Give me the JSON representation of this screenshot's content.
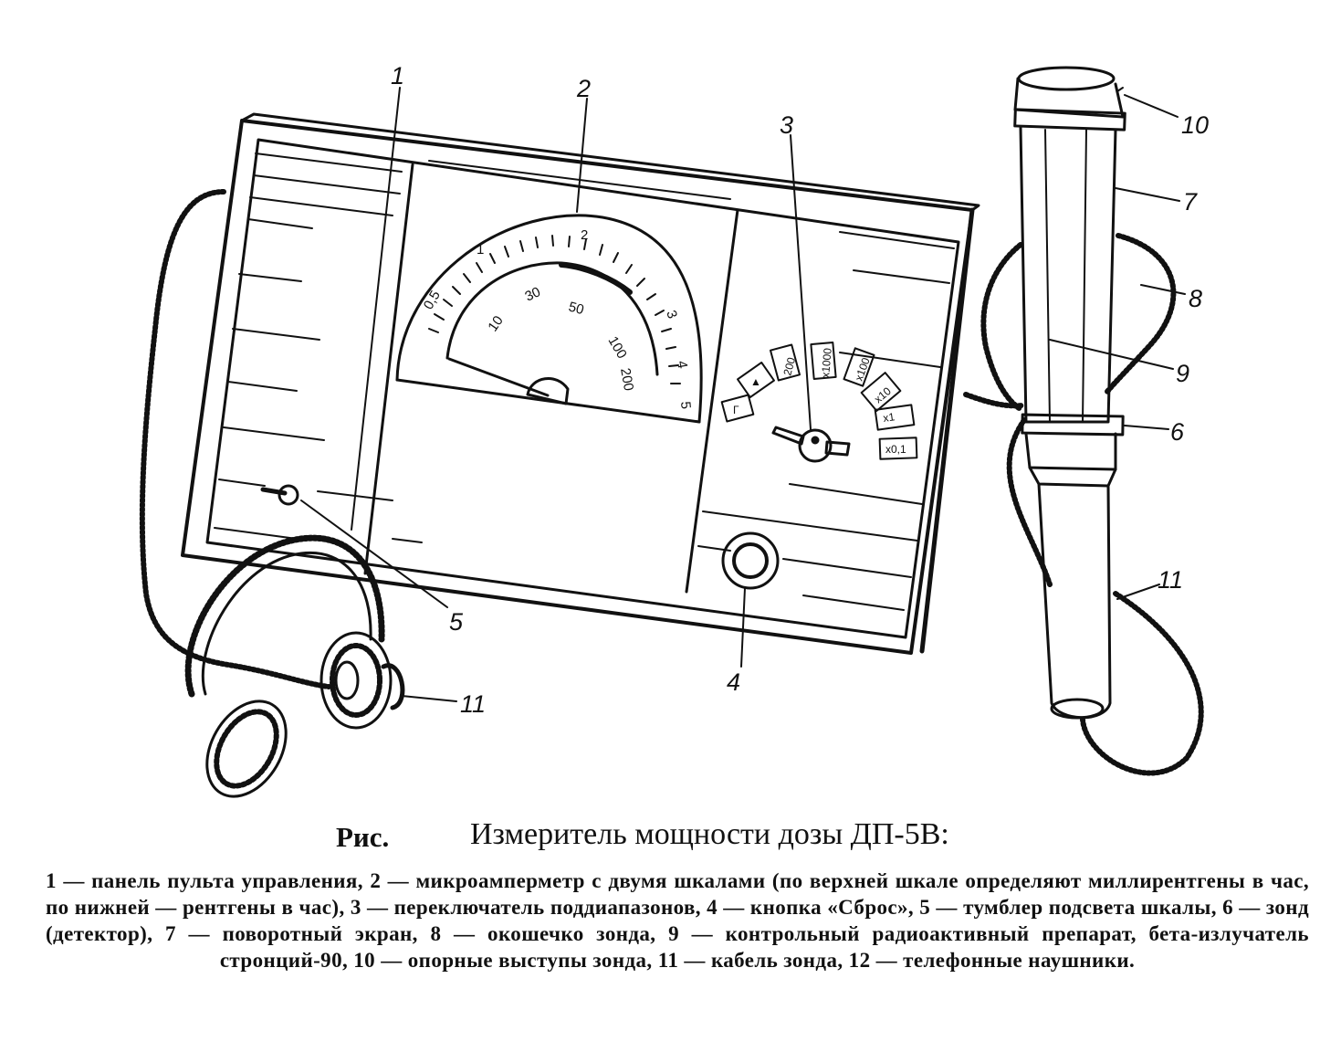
{
  "figure": {
    "callouts": [
      "1",
      "2",
      "3",
      "4",
      "5",
      "6",
      "7",
      "8",
      "9",
      "10",
      "11",
      "11"
    ],
    "upper_scale_labels": [
      "0,5",
      "1",
      "2",
      "3",
      "4",
      "5"
    ],
    "lower_scale_labels": [
      "10",
      "30",
      "50",
      "100",
      "200"
    ],
    "range_keys": [
      "Г",
      "▲",
      "200",
      "x1000",
      "x100",
      "x10",
      "x1",
      "x0,1"
    ]
  },
  "caption": {
    "prefix": "Рис.",
    "title": "Измеритель мощности дозы ДП-5В:",
    "legend": "1 — панель пульта управления, 2 — микроамперметр с двумя шкалами (по верхней шкале определяют миллирентгены в час, по нижней — рентгены в час), 3 — переключатель поддиапазонов, 4 — кнопка «Сброс», 5 — тумблер подсвета шкалы, 6 — зонд (детектор), 7 — поворотный экран, 8 — окошечко зонда, 9 — контрольный радиоактивный препарат, бета-излучатель стронций-90, 10 — опорные выступы зонда, 11 — кабель зонда, 12 — телефонные наушники."
  }
}
